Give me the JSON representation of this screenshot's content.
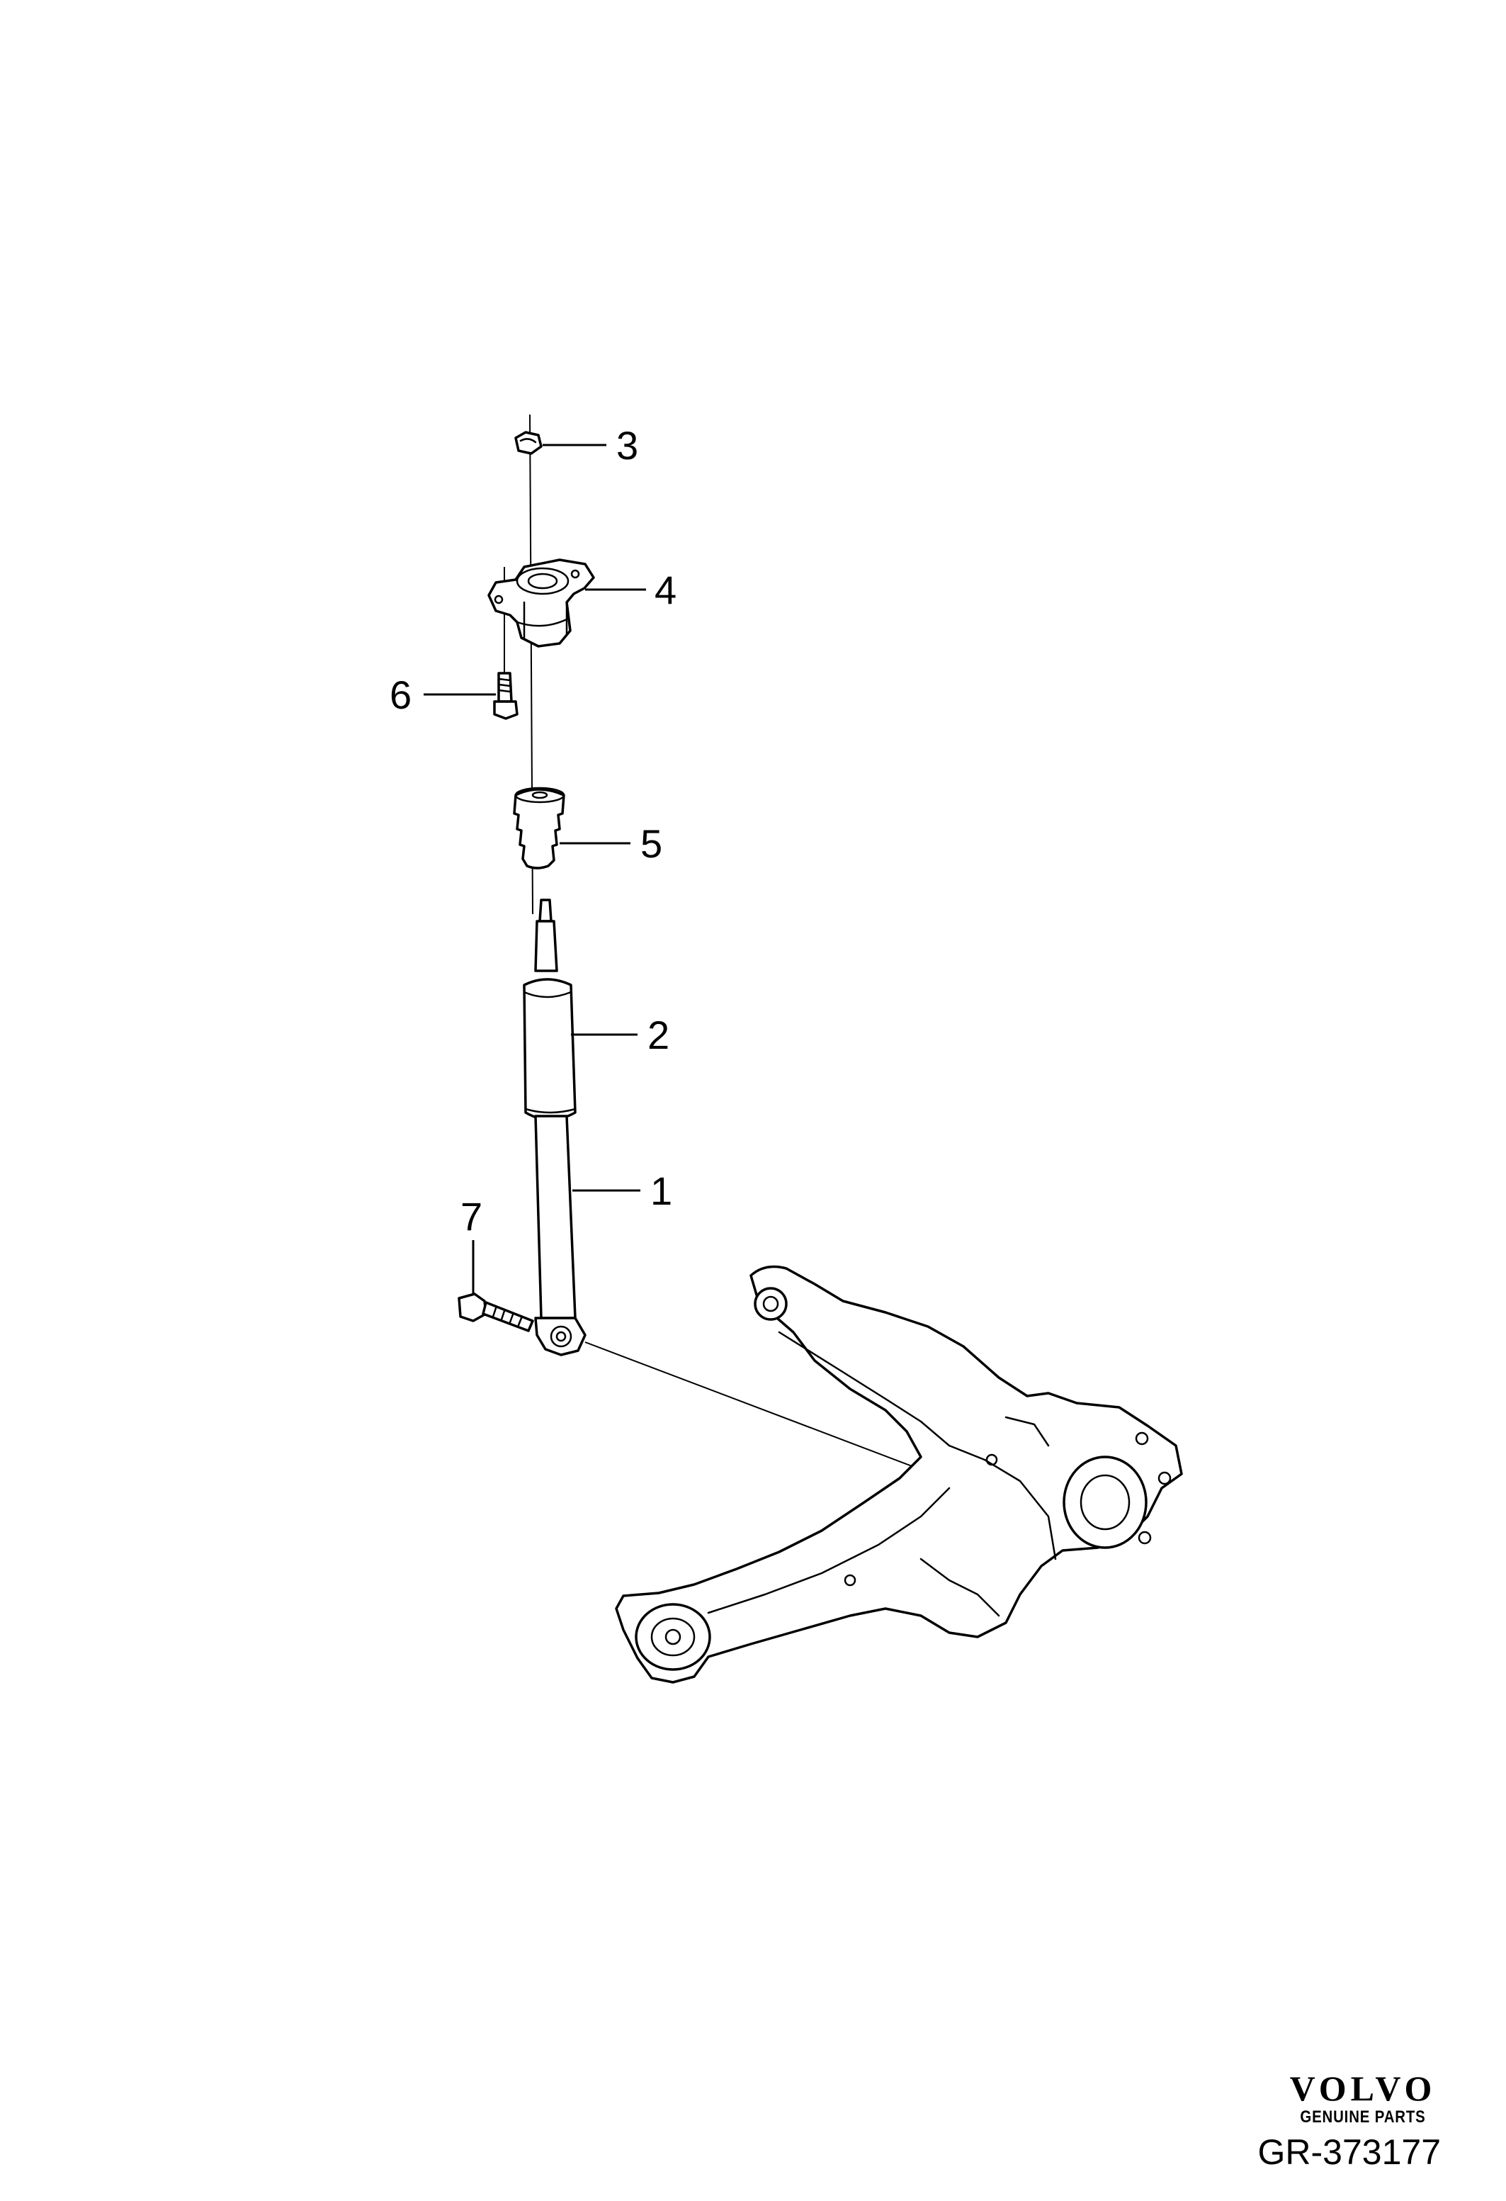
{
  "diagram": {
    "callouts": [
      {
        "id": "1",
        "label": "1"
      },
      {
        "id": "2",
        "label": "2"
      },
      {
        "id": "3",
        "label": "3"
      },
      {
        "id": "4",
        "label": "4"
      },
      {
        "id": "5",
        "label": "5"
      },
      {
        "id": "6",
        "label": "6"
      },
      {
        "id": "7",
        "label": "7"
      }
    ]
  },
  "footer": {
    "brand_name": "VOLVO",
    "brand_sub": "GENUINE PARTS",
    "reference_code": "GR-373177"
  },
  "colors": {
    "line": "#000000",
    "background": "#ffffff"
  }
}
